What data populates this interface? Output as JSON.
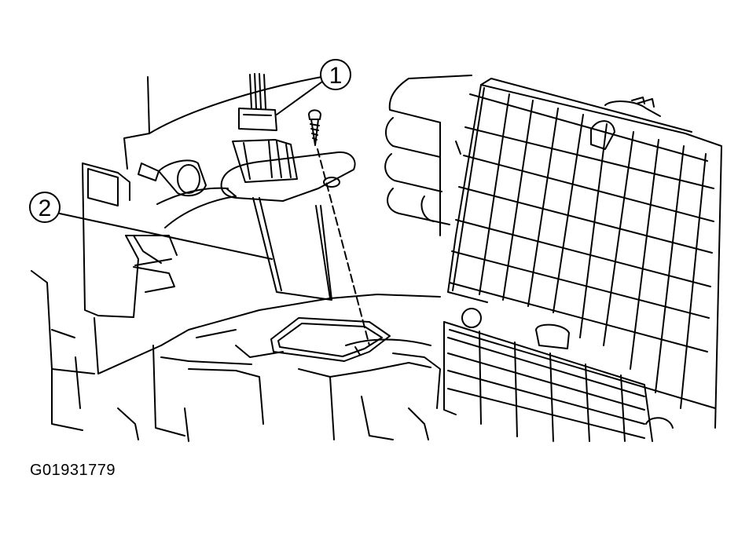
{
  "figure": {
    "id": "G01931779"
  },
  "callouts": [
    {
      "number": "1"
    },
    {
      "number": "2"
    }
  ],
  "colors": {
    "ink": "#000000",
    "paper": "#ffffff"
  }
}
